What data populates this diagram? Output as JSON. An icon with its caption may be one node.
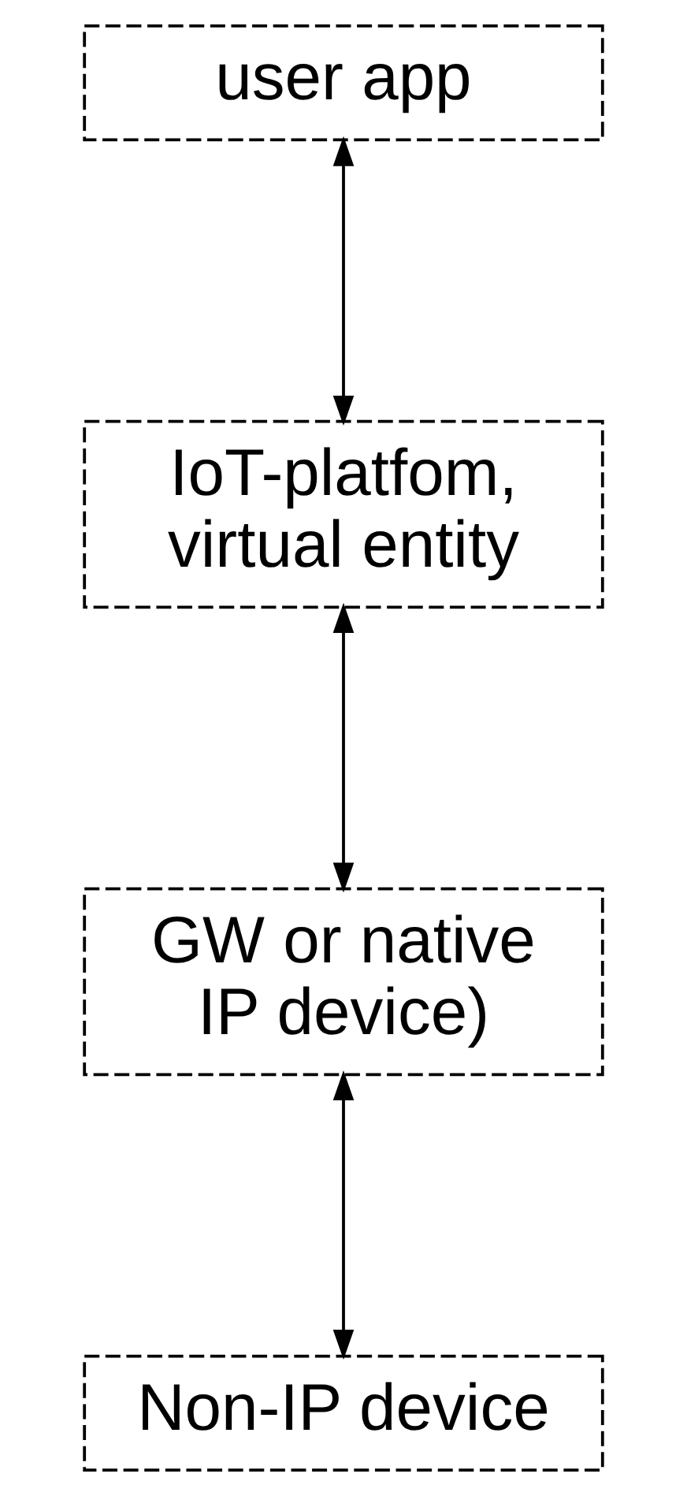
{
  "diagram": {
    "nodes": [
      {
        "text": [
          "user app"
        ]
      },
      {
        "text": [
          "IoT-platfom, virtual entity"
        ]
      },
      {
        "text": [
          "GW or native IP device)"
        ]
      },
      {
        "text": [
          "Non-IP device"
        ]
      }
    ],
    "edges": [
      {
        "from": 0,
        "to": 1,
        "arrow": "both"
      },
      {
        "from": 1,
        "to": 2,
        "arrow": "both"
      },
      {
        "from": 2,
        "to": 3,
        "arrow": "both"
      }
    ]
  }
}
